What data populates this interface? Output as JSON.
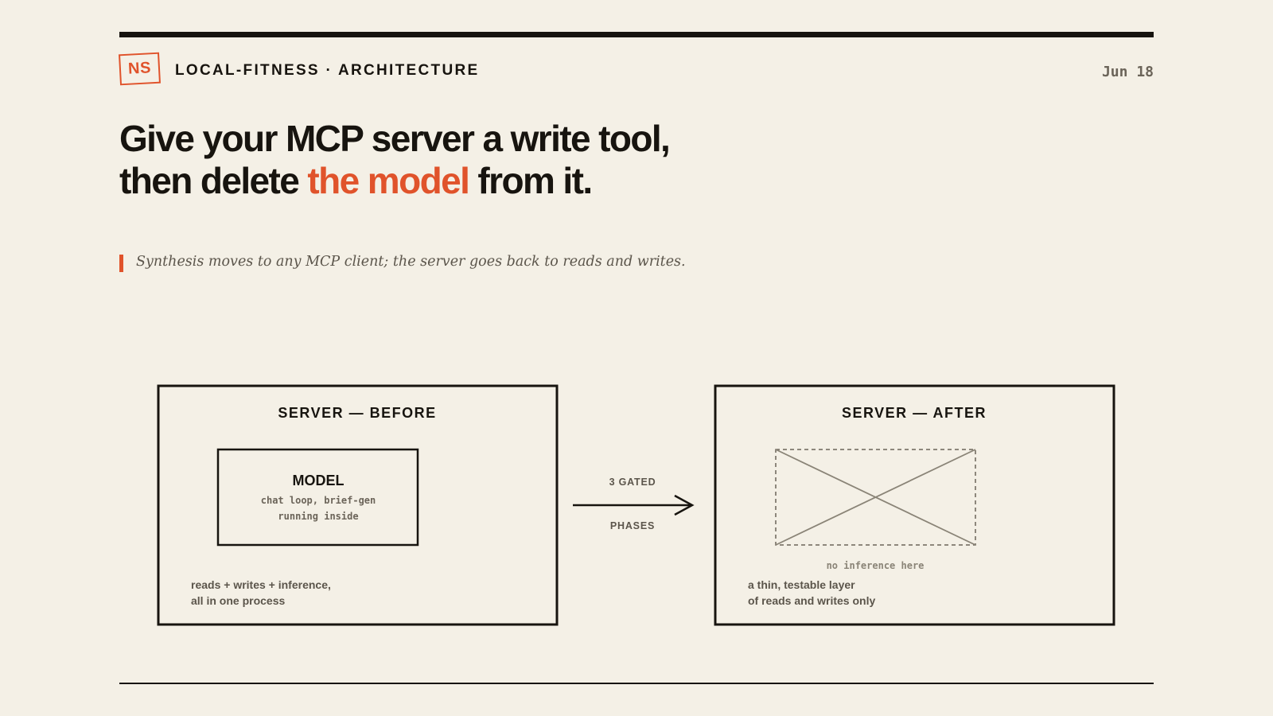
{
  "header": {
    "logo_text": "NS",
    "kicker": "LOCAL-FITNESS · ARCHITECTURE",
    "date": "Jun 18"
  },
  "headline": {
    "line1": "Give your MCP server a write tool,",
    "line2_before": "then delete ",
    "line2_accent": "the model",
    "line2_after": " from it."
  },
  "subtitle": "Synthesis moves to any MCP client; the server goes back to reads and writes.",
  "diagram": {
    "before": {
      "title": "SERVER — BEFORE",
      "model_title": "MODEL",
      "model_line1": "chat loop, brief-gen",
      "model_line2": "running inside",
      "note_line1": "reads + writes + inference,",
      "note_line2": "all in one process"
    },
    "arrow": {
      "top_label": "3 GATED",
      "bottom_label": "PHASES"
    },
    "after": {
      "title": "SERVER — AFTER",
      "empty_label": "no inference here",
      "note_line1": "a thin, testable layer",
      "note_line2": "of reads and writes only"
    }
  },
  "colors": {
    "background": "#f4f0e6",
    "ink": "#17140f",
    "accent": "#e0532b",
    "muted": "#6b6459",
    "placeholder": "#8a8477"
  }
}
